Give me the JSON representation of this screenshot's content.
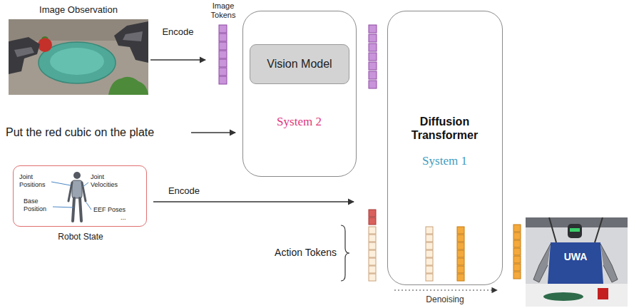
{
  "diagram": {
    "nodes": [
      {
        "text": [
          "Image Observation"
        ]
      },
      {
        "text": [
          "Image Tokens"
        ]
      },
      {
        "text": [
          "System 2"
        ]
      },
      {
        "text": [
          "Vision Model"
        ],
        "in": 2
      },
      {
        "text": [
          "Diffusion Transformer",
          "System 1"
        ]
      },
      {
        "text": [
          "Joint Positions",
          "Joint Velocities",
          "Base Position",
          "EEF Poses",
          "...",
          "Robot State"
        ]
      }
    ],
    "edges": [
      {
        "from": 0,
        "to": 1,
        "arrow": "to",
        "label": "Encode"
      }
    ],
    "labels": [
      "Put the red cubic on the plate",
      "Encode",
      "Action Tokens",
      "Denoising",
      "UWA"
    ]
  }
}
